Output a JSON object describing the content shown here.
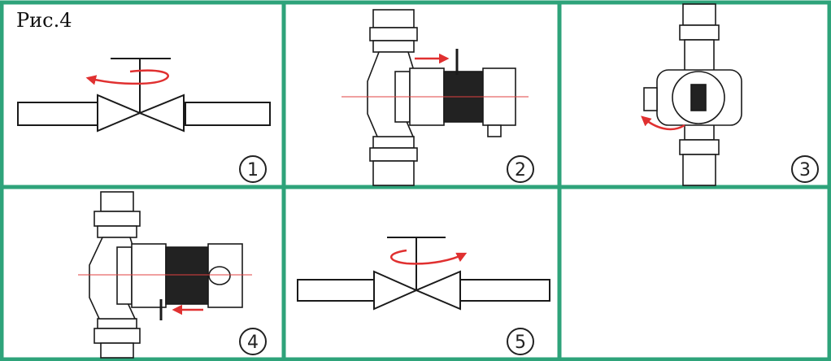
{
  "figure": {
    "caption": "Рис.4",
    "grid_color": "#2ea37a",
    "arrow_color": "#e03030",
    "line_color": "#1a1a1a",
    "axis_color": "#e04040"
  },
  "panels": [
    {
      "number": "1",
      "content": "valve-open-counterclockwise-icon"
    },
    {
      "number": "2",
      "content": "pump-side-view-arrow-right-icon"
    },
    {
      "number": "3",
      "content": "pump-front-view-rotate-icon"
    },
    {
      "number": "4",
      "content": "pump-side-view-arrow-left-icon"
    },
    {
      "number": "5",
      "content": "valve-close-clockwise-icon"
    },
    {
      "number": "",
      "content": ""
    }
  ]
}
